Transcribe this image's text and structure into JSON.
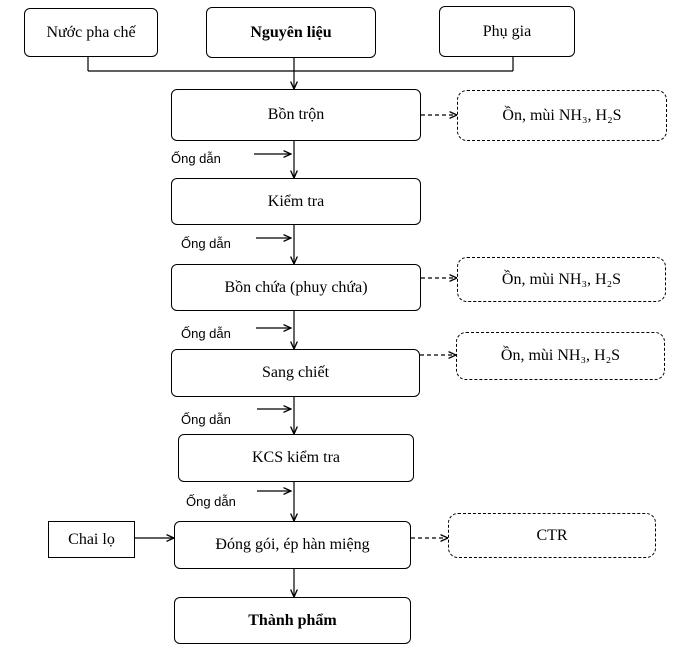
{
  "inputs": {
    "water": "Nước pha chế",
    "material": "Nguyên liệu",
    "additive": "Phụ gia"
  },
  "steps": {
    "mixing_tank": "Bồn trộn",
    "inspection": "Kiểm tra",
    "storage_tank": "Bồn chứa (phuy chứa)",
    "bottling": "Sang chiết",
    "kcs_inspection": "KCS kiểm tra",
    "packaging": "Đóng gói, ép hàn miệng",
    "finished_product": "Thành phẩm"
  },
  "bottles_input": "Chai lọ",
  "pipe_label": "Ống dẫn",
  "emissions": {
    "mixing": "Ồn, mùi NH₃, H₂S",
    "storage": "Ồn, mùi  NH₃, H₂S",
    "bottling": "Ồn, mùi  NH₃, H₂S",
    "packaging": "CTR"
  }
}
